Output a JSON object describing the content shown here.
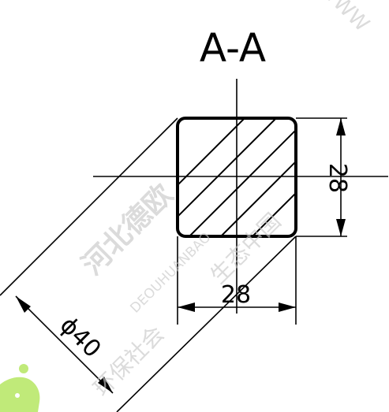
{
  "section_title": "A-A",
  "dimensions": {
    "width": "28",
    "height": "28",
    "diameter": "ϕ40"
  },
  "watermark": {
    "company": "河北德欧",
    "pinyin": "DEOUHUANBAO",
    "slogan_1": "环保社会",
    "slogan_2": "生态中国",
    "corner": "WWW"
  },
  "colors": {
    "line": "#000000",
    "watermark": "#c8c8c8",
    "mascot": "#b9e86a"
  }
}
